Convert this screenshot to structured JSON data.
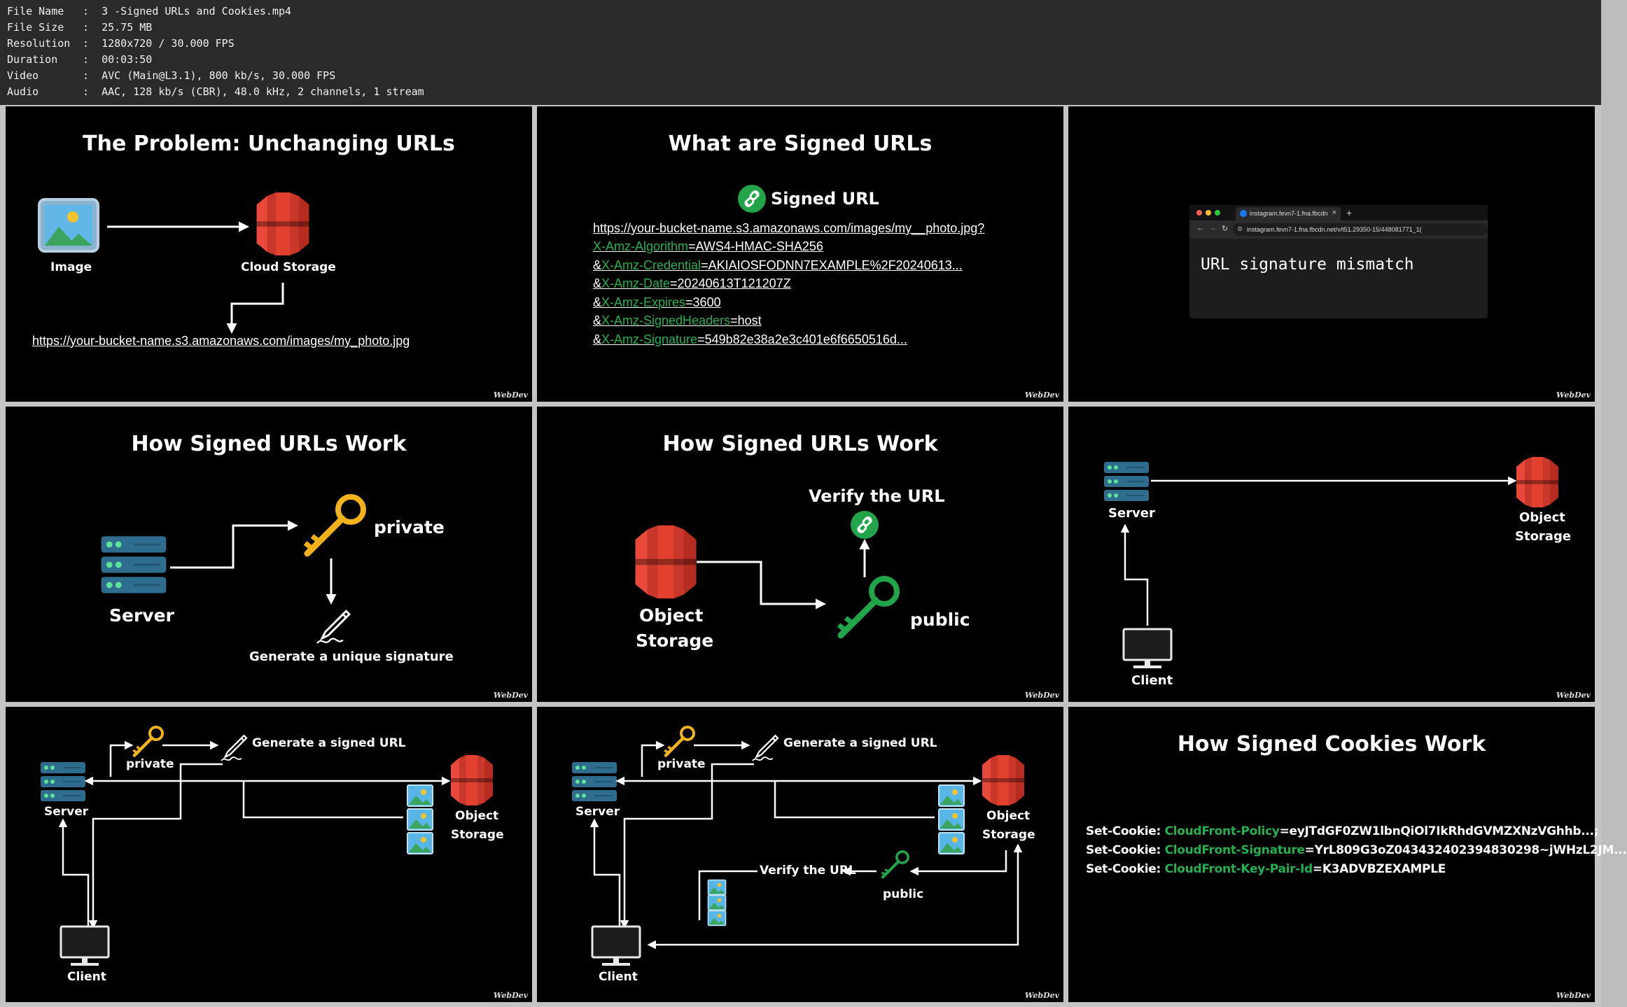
{
  "info": {
    "rows": [
      {
        "key": "File Name",
        "value": "3 -Signed URLs and Cookies.mp4"
      },
      {
        "key": "File Size",
        "value": "25.75 MB"
      },
      {
        "key": "Resolution",
        "value": "1280x720 / 30.000 FPS"
      },
      {
        "key": "Duration",
        "value": "00:03:50"
      },
      {
        "key": "Video",
        "value": "AVC (Main@L3.1), 800 kb/s, 30.000 FPS"
      },
      {
        "key": "Audio",
        "value": "AAC, 128 kb/s (CBR), 48.0 kHz, 2 channels, 1 stream"
      }
    ]
  },
  "watermark": "WebDev",
  "frame1": {
    "title": "The Problem: Unchanging URLs",
    "image_label": "Image",
    "storage_label": "Cloud Storage",
    "url": "https://your-bucket-name.s3.amazonaws.com/images/my_photo.jpg"
  },
  "frame2": {
    "title": "What are Signed URLs",
    "heading": "Signed URL",
    "line1": "https://your-bucket-name.s3.amazonaws.com/images/my__photo.jpg?",
    "params": [
      {
        "prefix": "",
        "key": "X-Amz-Algorithm",
        "value": "=AWS4-HMAC-SHA256"
      },
      {
        "prefix": "&",
        "key": "X-Amz-Credential",
        "value": "=AKIAIOSFODNN7EXAMPLE%2F20240613..."
      },
      {
        "prefix": "&",
        "key": "X-Amz-Date",
        "value": "=20240613T121207Z"
      },
      {
        "prefix": "&",
        "key": "X-Amz-Expires",
        "value": "=3600"
      },
      {
        "prefix": "&",
        "key": "X-Amz-SignedHeaders",
        "value": "=host"
      },
      {
        "prefix": "&",
        "key": "X-Amz-Signature",
        "value": "=549b82e38a2e3c401e6f6650516d..."
      }
    ]
  },
  "frame3": {
    "tab_title": "instagram.fevn7-1.fna.fbcdn",
    "address": "instagram.fevn7-1.fna.fbcdn.net/v/t51.29350-15/448081771_1(",
    "message": "URL signature mismatch"
  },
  "frame4": {
    "title": "How Signed URLs Work",
    "server_label": "Server",
    "key_label": "private",
    "sign_label": "Generate a unique signature"
  },
  "frame5": {
    "title": "How Signed URLs Work",
    "verify_label": "Verify the URL",
    "storage_label_1": "Object",
    "storage_label_2": "Storage",
    "key_label": "public"
  },
  "frame6": {
    "server_label": "Server",
    "storage_label_1": "Object",
    "storage_label_2": "Storage",
    "client_label": "Client"
  },
  "frame7": {
    "private_label": "private",
    "generate_label": "Generate a signed URL",
    "server_label": "Server",
    "storage_label_1": "Object",
    "storage_label_2": "Storage",
    "client_label": "Client"
  },
  "frame8": {
    "private_label": "private",
    "generate_label": "Generate a signed URL",
    "server_label": "Server",
    "storage_label_1": "Object",
    "storage_label_2": "Storage",
    "verify_label": "Verify the URL",
    "public_label": "public",
    "client_label": "Client"
  },
  "frame9": {
    "title": "How Signed Cookies Work",
    "cookies": [
      {
        "prefix": "Set-Cookie: ",
        "key": "CloudFront-Policy",
        "value": "=eyJTdGF0ZW1lbnQiOl7IkRhdGVMZXNzVGhhb...;"
      },
      {
        "prefix": "Set-Cookie: ",
        "key": "CloudFront-Signature",
        "value": "=YrL809G3oZ043432402394830298~jWHzL2JM..."
      },
      {
        "prefix": "Set-Cookie: ",
        "key": "CloudFront-Key-Pair-Id",
        "value": "=K3ADVBZEXAMPLE"
      }
    ]
  },
  "colors": {
    "accent_green": "#27b04f",
    "key_gold": "#f2b21b",
    "aws_red": "#d93a2b",
    "server_blue": "#2f6d8e"
  }
}
